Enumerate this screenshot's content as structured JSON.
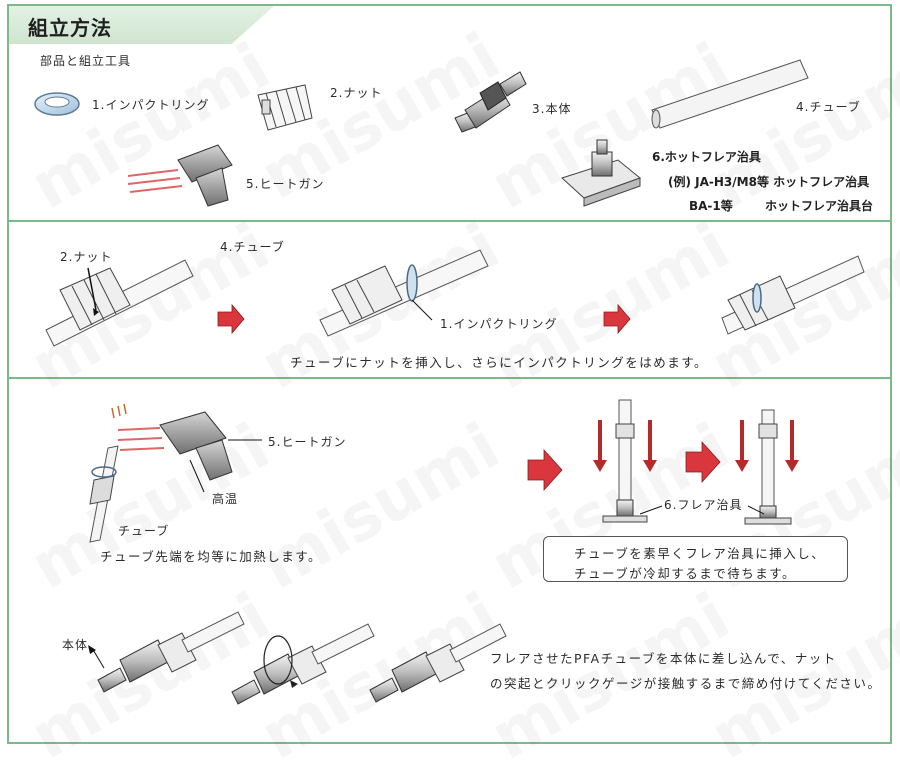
{
  "title": "組立方法",
  "section1": {
    "heading": "部品と組立工具",
    "parts": [
      "1.インパクトリング",
      "2.ナット",
      "3.本体",
      "4.チューブ",
      "5.ヒートガン"
    ],
    "tool": {
      "label": "6.ホットフレア治具",
      "example_line1": "(例) JA-H3/M8等 ホットフレア治具",
      "example_line2_a": "BA-1等",
      "example_line2_b": "ホットフレア治具台"
    }
  },
  "section2": {
    "label_nut": "2.ナット",
    "label_tube": "4.チューブ",
    "label_ring": "1.インパクトリング",
    "caption": "チューブにナットを挿入し、さらにインパクトリングをはめます。"
  },
  "section3": {
    "label_heatgun": "5.ヒートガン",
    "label_hot": "高温",
    "label_tube": "チューブ",
    "caption_heat": "チューブ先端を均等に加熱します。",
    "label_flare_jig": "6.フレア治具",
    "callout_line1": "チューブを素早くフレア治具に挿入し、",
    "callout_line2": "チューブが冷却するまで待ちます。",
    "label_body": "本体",
    "final_line1": "フレアさせたPFAチューブを本体に差し込んで、ナット",
    "final_line2": "の突起とクリックゲージが接触するまで締め付けてください。"
  },
  "watermark": "misumi",
  "colors": {
    "border": "#7cb98a",
    "title_bg": "#d8ebd8",
    "arrow_red": "#d9363e",
    "arrow_dark_red": "#b52a2a"
  }
}
